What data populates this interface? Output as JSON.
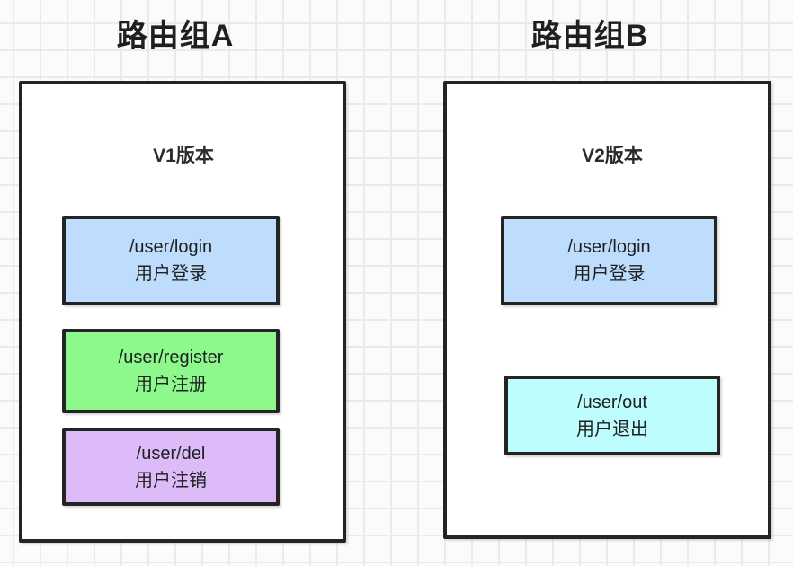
{
  "canvas": {
    "background": "#fbfbfb",
    "grid_line_color": "#eaeaea",
    "shape_border_color": "#242424",
    "text_color": "#1f1f1f"
  },
  "groups": [
    {
      "title": "路由组A",
      "version_label": "V1版本",
      "routes": [
        {
          "path": "/user/login",
          "label": "用户登录",
          "fill": "#bedcfb"
        },
        {
          "path": "/user/register",
          "label": "用户注册",
          "fill": "#8df98d"
        },
        {
          "path": "/user/del",
          "label": "用户注销",
          "fill": "#dcbbf8"
        }
      ]
    },
    {
      "title": "路由组B",
      "version_label": "V2版本",
      "routes": [
        {
          "path": "/user/login",
          "label": "用户登录",
          "fill": "#bedcfb"
        },
        {
          "path": "/user/out",
          "label": "用户退出",
          "fill": "#bdfdfd"
        }
      ]
    }
  ]
}
